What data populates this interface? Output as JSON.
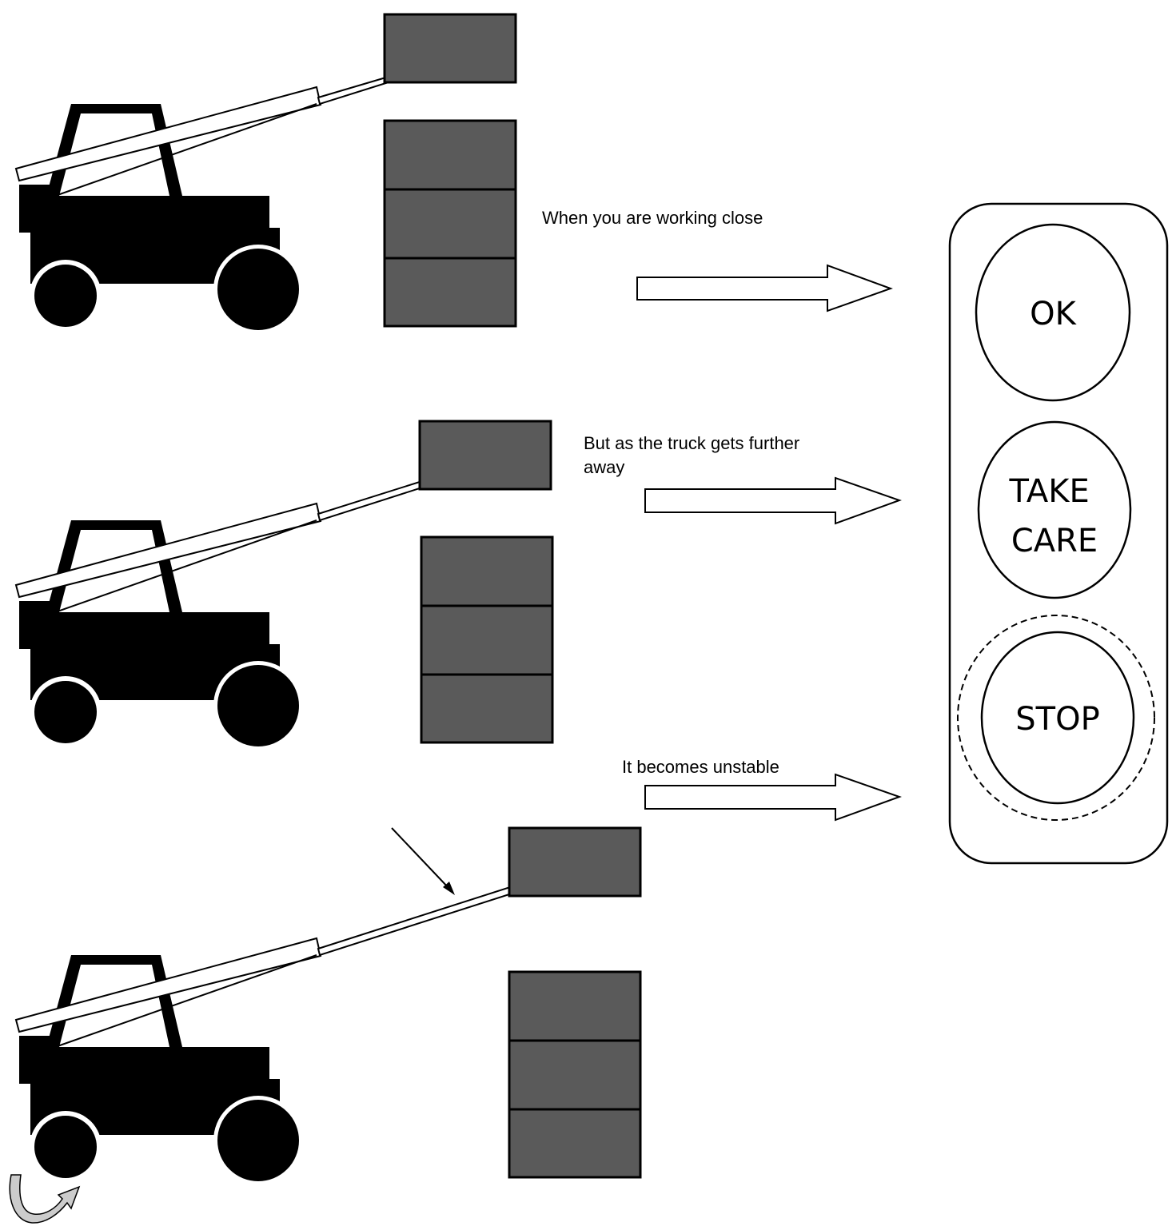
{
  "captions": {
    "close": "When you are working close",
    "further_line1": "But as the truck gets further",
    "further_line2": "away",
    "unstable": "It becomes unstable"
  },
  "indicator": {
    "ok": "OK",
    "take_care_line1": "TAKE",
    "take_care_line2": "CARE",
    "stop": "STOP"
  },
  "colors": {
    "truck": "#000000",
    "load": "#5a5a5a",
    "outline": "#000000",
    "tip_arrow": "#cccccc"
  }
}
